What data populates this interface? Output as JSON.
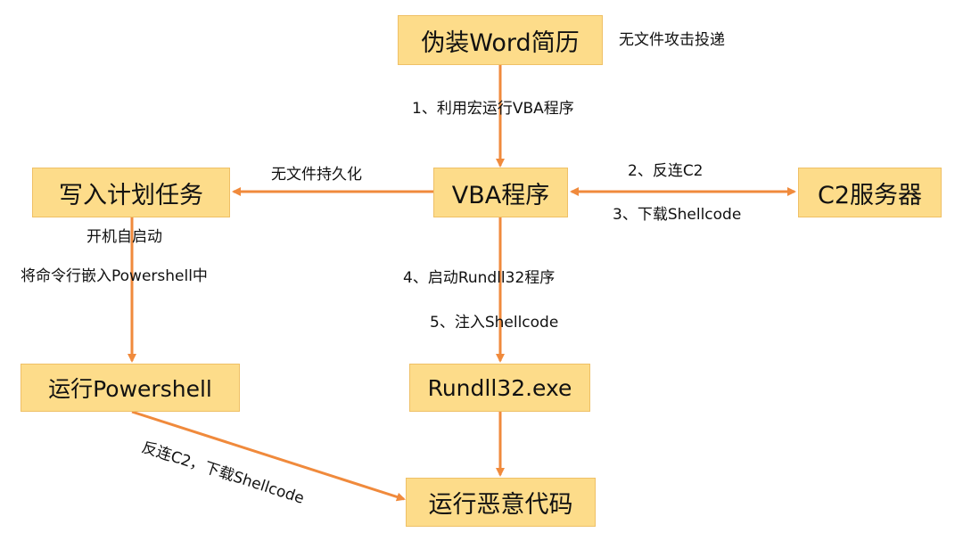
{
  "nodes": {
    "resume": "伪装Word简历",
    "vba": "VBA程序",
    "schedule": "写入计划任务",
    "c2": "C2服务器",
    "powershell": "运行Powershell",
    "rundll": "Rundll32.exe",
    "malware": "运行恶意代码"
  },
  "labels": {
    "fileless_delivery": "无文件攻击投递",
    "macro_run": "1、利用宏运行VBA程序",
    "fileless_persist": "无文件持久化",
    "reverse_c2": "2、反连C2",
    "download_shellcode": "3、下载Shellcode",
    "boot_start": "开机自启动",
    "embed_cmd": "将命令行嵌入Powershell中",
    "start_rundll": "4、启动Rundll32程序",
    "inject_shellcode": "5、注入Shellcode",
    "ps_reverse": "反连C2，下载Shellcode"
  },
  "colors": {
    "box_fill": "#fddc8a",
    "box_border": "#efc066",
    "arrow": "#f08a3c"
  }
}
